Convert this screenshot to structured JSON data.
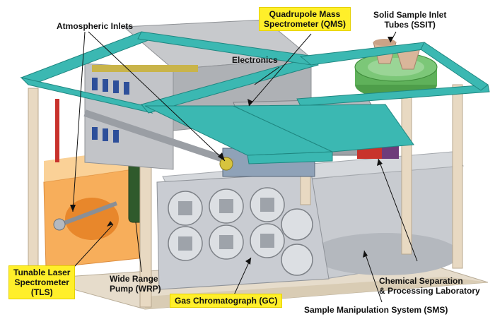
{
  "labels": {
    "atmospheric_inlets": "Atmospheric Inlets",
    "qms_line1": "Quadrupole Mass",
    "qms_line2": "Spectrometer (QMS)",
    "ssit_line1": "Solid Sample Inlet",
    "ssit_line2": "Tubes (SSIT)",
    "electronics": "Electronics",
    "tls_line1": "Tunable Laser",
    "tls_line2": "Spectrometer",
    "tls_line3": "(TLS)",
    "wrp_line1": "Wide Range",
    "wrp_line2": "Pump (WRP)",
    "gc": "Gas Chromatograph (GC)",
    "cspl_line1": "Chemical Separation",
    "cspl_line2": "& Processing Laboratory",
    "sms": "Sample Manipulation System (SMS)"
  },
  "colors": {
    "highlight": "#ffef2a",
    "frame": "#3bb8b2",
    "post": "#e8d9c2",
    "floor": "#e6dccb",
    "gc_block": "#c9ccd2",
    "tls_box": "#f7a64a",
    "wrp_pump": "#2f5a2c",
    "ssit_ring": "#5fb15a",
    "ssit_cups": "#d9b69a",
    "electronics_box": "#b7b9bc",
    "leader": "#111111"
  }
}
